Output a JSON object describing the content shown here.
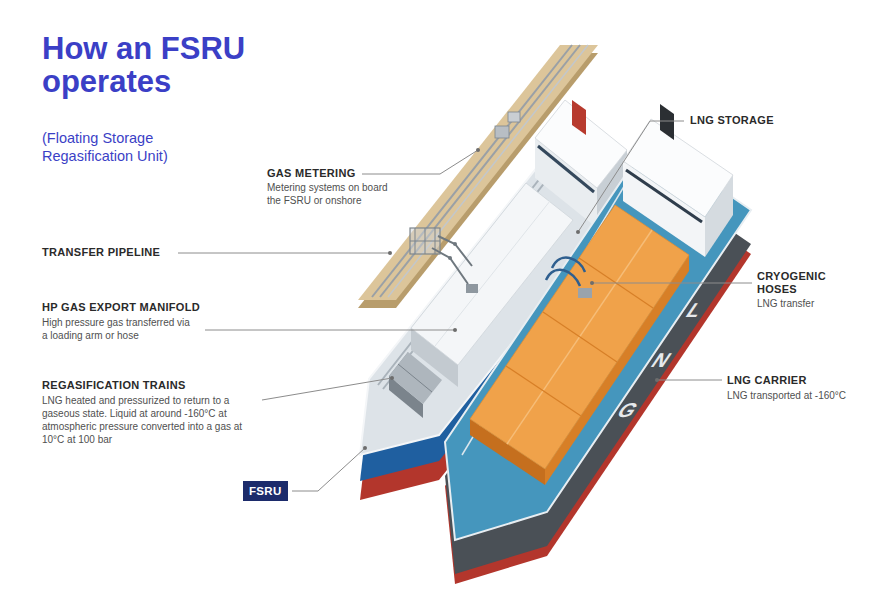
{
  "diagram": {
    "title": "How an FSRU operates",
    "nodes": [
      {
        "text": [
          "FSRU"
        ]
      }
    ],
    "labels": [
      "(Floating Storage Regasification Unit)",
      "GAS METERING",
      "Metering systems on board the FSRU or onshore",
      "LNG STORAGE",
      "TRANSFER PIPELINE",
      "HP GAS EXPORT MANIFOLD",
      "High pressure gas transferred via a loading arm or hose",
      "REGASIFICATION TRAINS",
      "LNG heated and pressurized to return to a gaseous state. Liquid at around -160°C at atmospheric pressure converted into a gas at 10°C at 100 bar",
      "CRYOGENIC HOSES",
      "LNG transfer",
      "LNG CARRIER",
      "LNG transported at -160°C",
      "LNG"
    ]
  }
}
